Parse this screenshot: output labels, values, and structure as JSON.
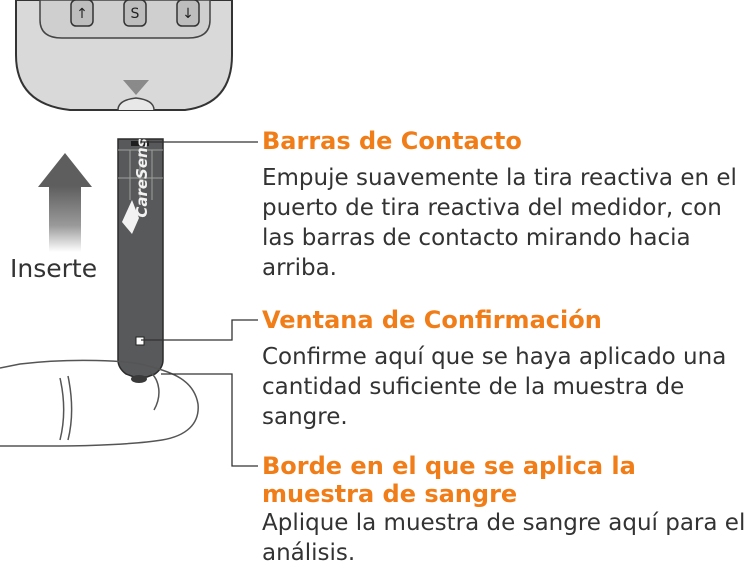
{
  "colors": {
    "heading": "#f07d18",
    "body_text": "#333333",
    "strip": "#58595b",
    "meter_body": "#d9d9d9",
    "arrow": "#5e5e5e"
  },
  "meter": {
    "button_labels": [
      "↑",
      "S",
      "↓"
    ]
  },
  "strip": {
    "brand": "CareSens"
  },
  "insert_label": "Inserte",
  "callouts": [
    {
      "title": "Barras de Contacto",
      "text": "Empuje suavemente la tira reactiva en el puerto de tira reactiva del medidor, con las barras de contacto mirando hacia arriba."
    },
    {
      "title": "Ventana de Confirmación",
      "text": "Confirme aquí que se haya aplicado una cantidad suficiente de la muestra de sangre."
    },
    {
      "title": "Borde en el que se aplica la muestra de sangre",
      "text": "Aplique la muestra de sangre aquí para el análisis."
    }
  ],
  "icons": [
    "up-arrow-icon",
    "meter-triangle-icon"
  ]
}
